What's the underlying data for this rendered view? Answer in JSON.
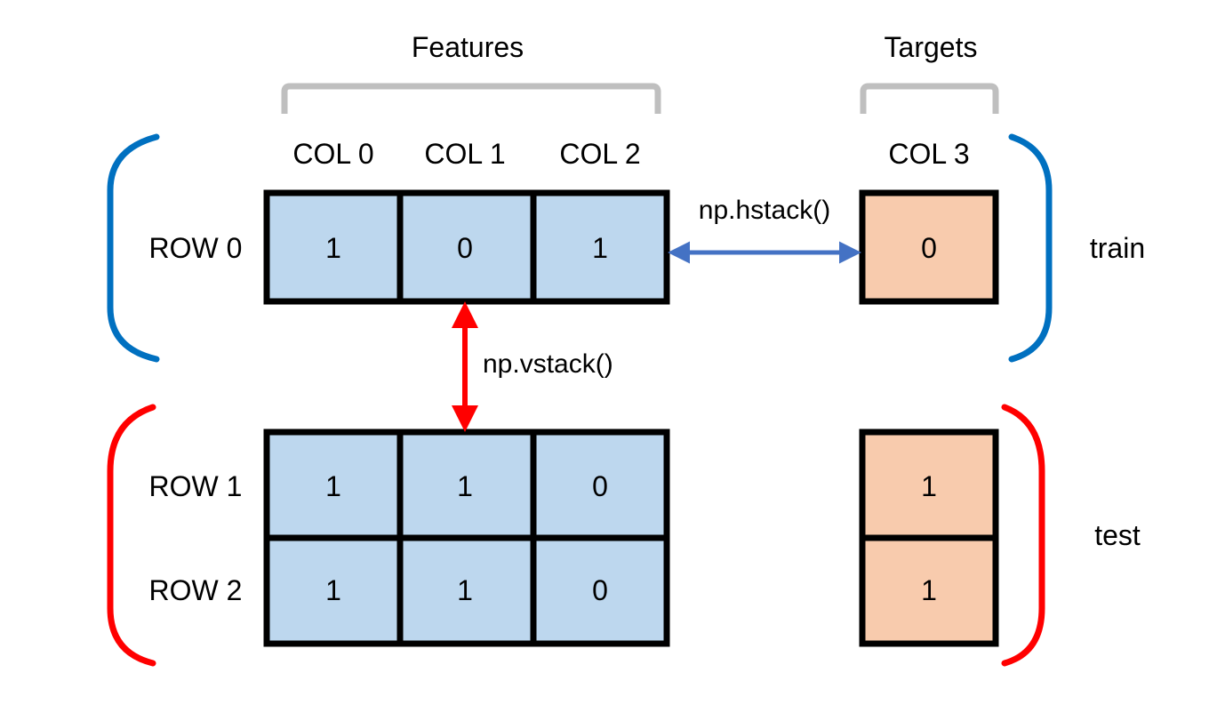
{
  "headers": {
    "features": "Features",
    "targets": "Targets"
  },
  "columns": [
    "COL 0",
    "COL 1",
    "COL 2",
    "COL 3"
  ],
  "rows": [
    "ROW 0",
    "ROW 1",
    "ROW 2"
  ],
  "feature_values": [
    [
      "1",
      "0",
      "1"
    ],
    [
      "1",
      "1",
      "0"
    ],
    [
      "1",
      "1",
      "0"
    ]
  ],
  "target_values": [
    "0",
    "1",
    "1"
  ],
  "set_labels": {
    "train": "train",
    "test": "test"
  },
  "operations": {
    "hstack": "np.hstack()",
    "vstack": "np.vstack()"
  },
  "colors": {
    "feature_cell": "#bdd7ee",
    "target_cell": "#f8cbad",
    "cell_border": "#000000",
    "header_bracket": "#bfbfbf",
    "train_bracket": "#0070c0",
    "test_bracket": "#ff0000",
    "hstack_arrow": "#4472c4",
    "vstack_arrow": "#ff0000"
  }
}
